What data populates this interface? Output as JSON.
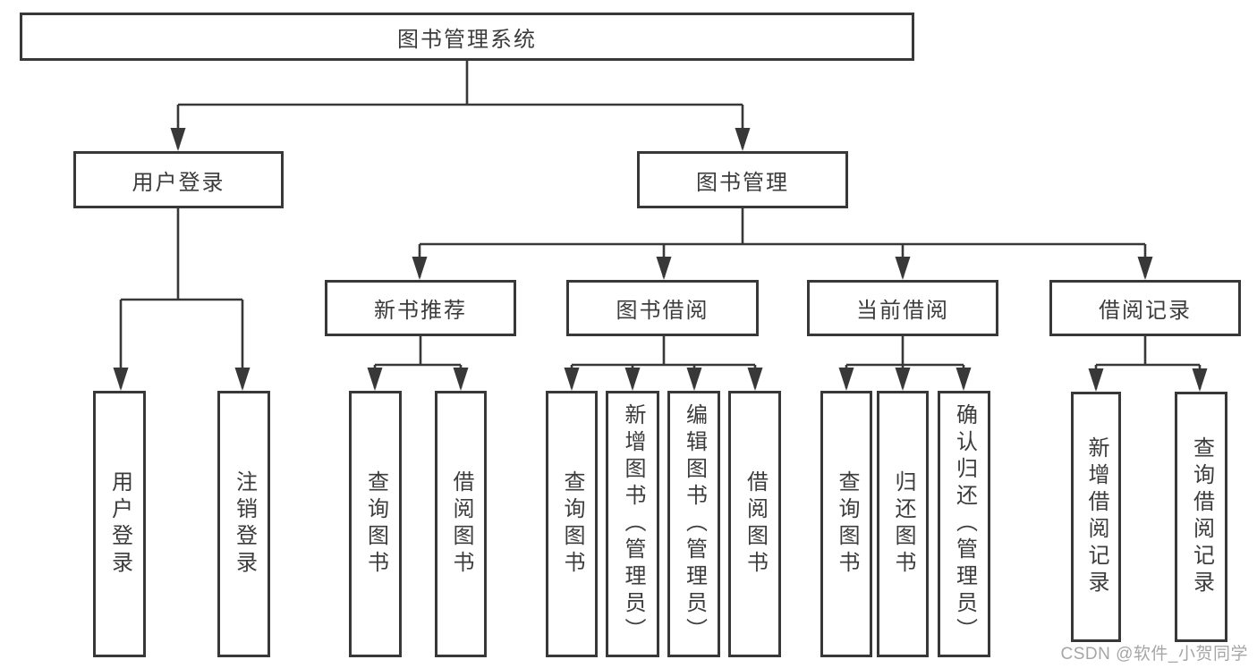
{
  "tree": {
    "root": "图书管理系统",
    "children": [
      {
        "label": "用户登录",
        "children": [
          "用户登录",
          "注销登录"
        ]
      },
      {
        "label": "图书管理",
        "children": [
          {
            "label": "新书推荐",
            "children": [
              "查询图书",
              "借阅图书"
            ]
          },
          {
            "label": "图书借阅",
            "children": [
              "查询图书",
              "新增图书（管理员）",
              "编辑图书（管理员）",
              "借阅图书"
            ]
          },
          {
            "label": "当前借阅",
            "children": [
              "查询图书",
              "归还图书",
              "确认归还（管理员）"
            ]
          },
          {
            "label": "借阅记录",
            "children": [
              "新增借阅记录",
              "查询借阅记录"
            ]
          }
        ]
      }
    ]
  },
  "watermark": "CSDN @软件_小贺同学",
  "colors": {
    "line": "#383838",
    "text": "#3c3c3c",
    "bg": "#ffffff",
    "wm": "#a6a6a6"
  }
}
